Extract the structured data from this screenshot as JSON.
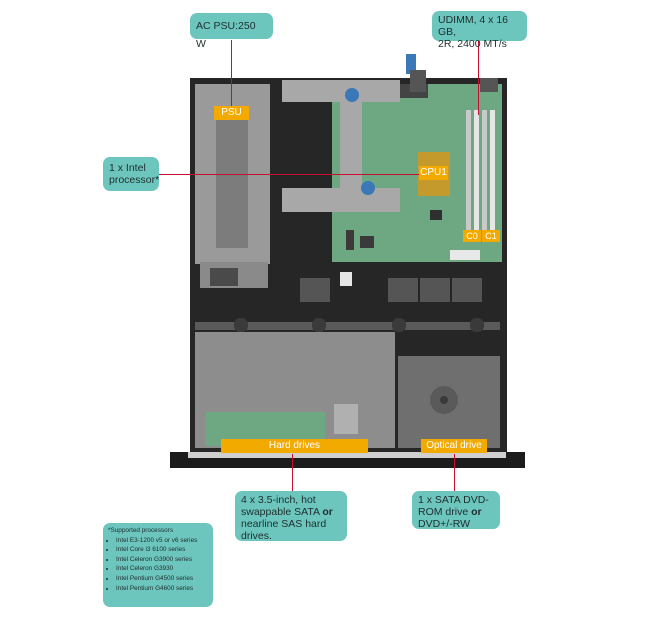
{
  "callouts": {
    "psu_spec": "AC PSU:250 W",
    "dimm_spec_line1": "UDIMM, 4 x 16 GB,",
    "dimm_spec_line2": "2R, 2400 MT/s",
    "processor_line1": "1 x Intel",
    "processor_line2": "processor*",
    "hdd_line1": "4 x 3.5-inch, hot",
    "hdd_line2a": "swappable SATA ",
    "hdd_or": "or",
    "hdd_line3": "nearline SAS hard",
    "hdd_line4": "drives.",
    "odd_line1": "1 x SATA DVD-",
    "odd_line2a": "ROM drive ",
    "odd_or": "or",
    "odd_line3": "DVD+/-RW"
  },
  "tags": {
    "psu": "PSU",
    "cpu": "CPU1",
    "dimm_c0": "C0",
    "dimm_c1": "C1",
    "hard_drives": "Hard drives",
    "optical_drive": "Optical drive"
  },
  "supported": {
    "title": "*Supported processors",
    "items": [
      "Intel E3-1200 v5 or v6 series",
      "Intel Core i3 6100 series",
      "Intel Celeron G3900 series",
      "Intel Celeron G3930",
      "Intel Pentium G4500 series",
      "Intel Pentium G4600 series"
    ]
  },
  "colors": {
    "callout": "#6cc6be",
    "tag": "#f2a900",
    "leader": "#c8102e",
    "board": "#6ea882",
    "chassis": "#2a2a2a"
  }
}
